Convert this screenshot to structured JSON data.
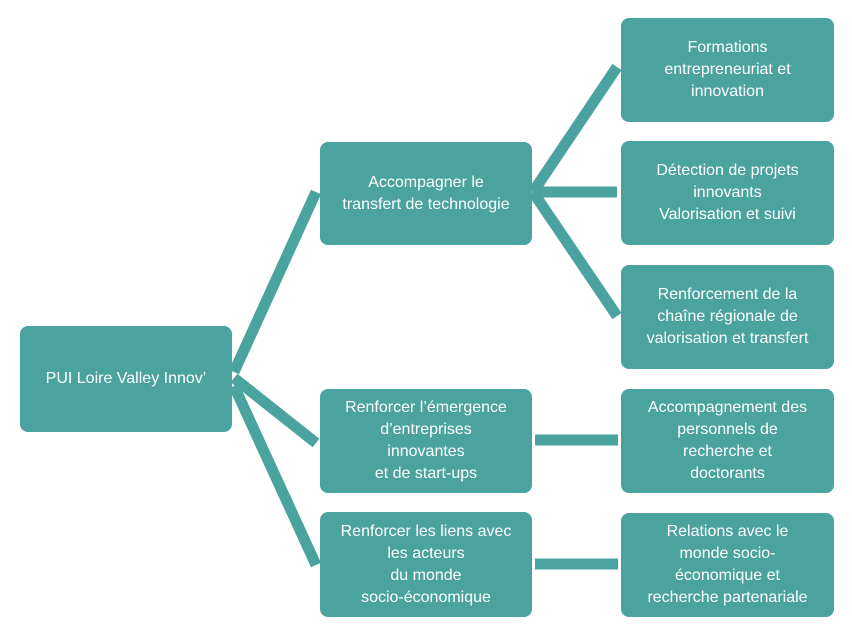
{
  "colors": {
    "node_fill": "#4aa39f",
    "connector": "#4aa39f",
    "text": "#ffffff"
  },
  "root": {
    "lines": [
      "PUI Loire Valley Innov’"
    ]
  },
  "branches": [
    {
      "lines": [
        "Accompagner le",
        "transfert de technologie"
      ]
    },
    {
      "lines": [
        "Renforcer l’émergence",
        "d’entreprises",
        "innovantes",
        "et de start-ups"
      ]
    },
    {
      "lines": [
        "Renforcer les liens avec",
        "les acteurs",
        "du monde",
        "socio-économique"
      ]
    }
  ],
  "leaves": [
    {
      "lines": [
        "Formations",
        "entrepreneuriat et",
        "innovation"
      ]
    },
    {
      "lines": [
        "Détection de projets",
        "innovants",
        "Valorisation et suivi"
      ]
    },
    {
      "lines": [
        "Renforcement de la",
        "chaîne régionale de",
        "valorisation et transfert"
      ]
    },
    {
      "lines": [
        "Accompagnement des",
        "personnels de",
        "recherche et",
        "doctorants"
      ]
    },
    {
      "lines": [
        "Relations avec le",
        "monde socio-",
        "économique et",
        "recherche partenariale"
      ]
    }
  ]
}
